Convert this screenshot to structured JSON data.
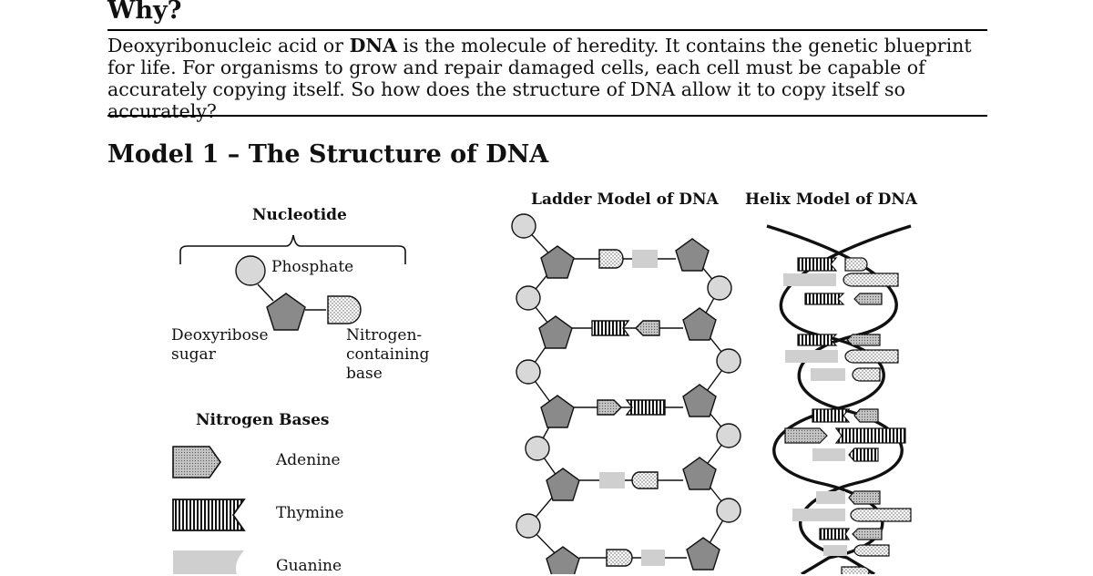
{
  "why": {
    "heading": "Why?",
    "text_before_bold": "Deoxyribonucleic acid or ",
    "bold_term": "DNA",
    "text_after_bold": " is the molecule of heredity. It contains the genetic blueprint for life. For organisms to grow and repair damaged cells, each cell must be capable of accurately copying itself. So how does the structure of DNA allow it to copy itself so accurately?"
  },
  "model": {
    "title": "Model 1 – The Structure of DNA"
  },
  "nucleotide": {
    "title": "Nucleotide",
    "phosphate": "Phosphate",
    "sugar_line1": "Deoxyribose",
    "sugar_line2": "sugar",
    "base_line1": "Nitrogen-",
    "base_line2": "containing",
    "base_line3": "base"
  },
  "bases_legend": {
    "title": "Nitrogen Bases",
    "items": [
      "Adenine",
      "Thymine",
      "Guanine"
    ]
  },
  "ladder": {
    "title": "Ladder Model of DNA"
  },
  "helix": {
    "title": "Helix Model of DNA"
  },
  "colors": {
    "sugar": "#8a8a8a",
    "phosphate": "#d8d8d8",
    "guanine": "#cfcfcf",
    "ink": "#111111"
  }
}
